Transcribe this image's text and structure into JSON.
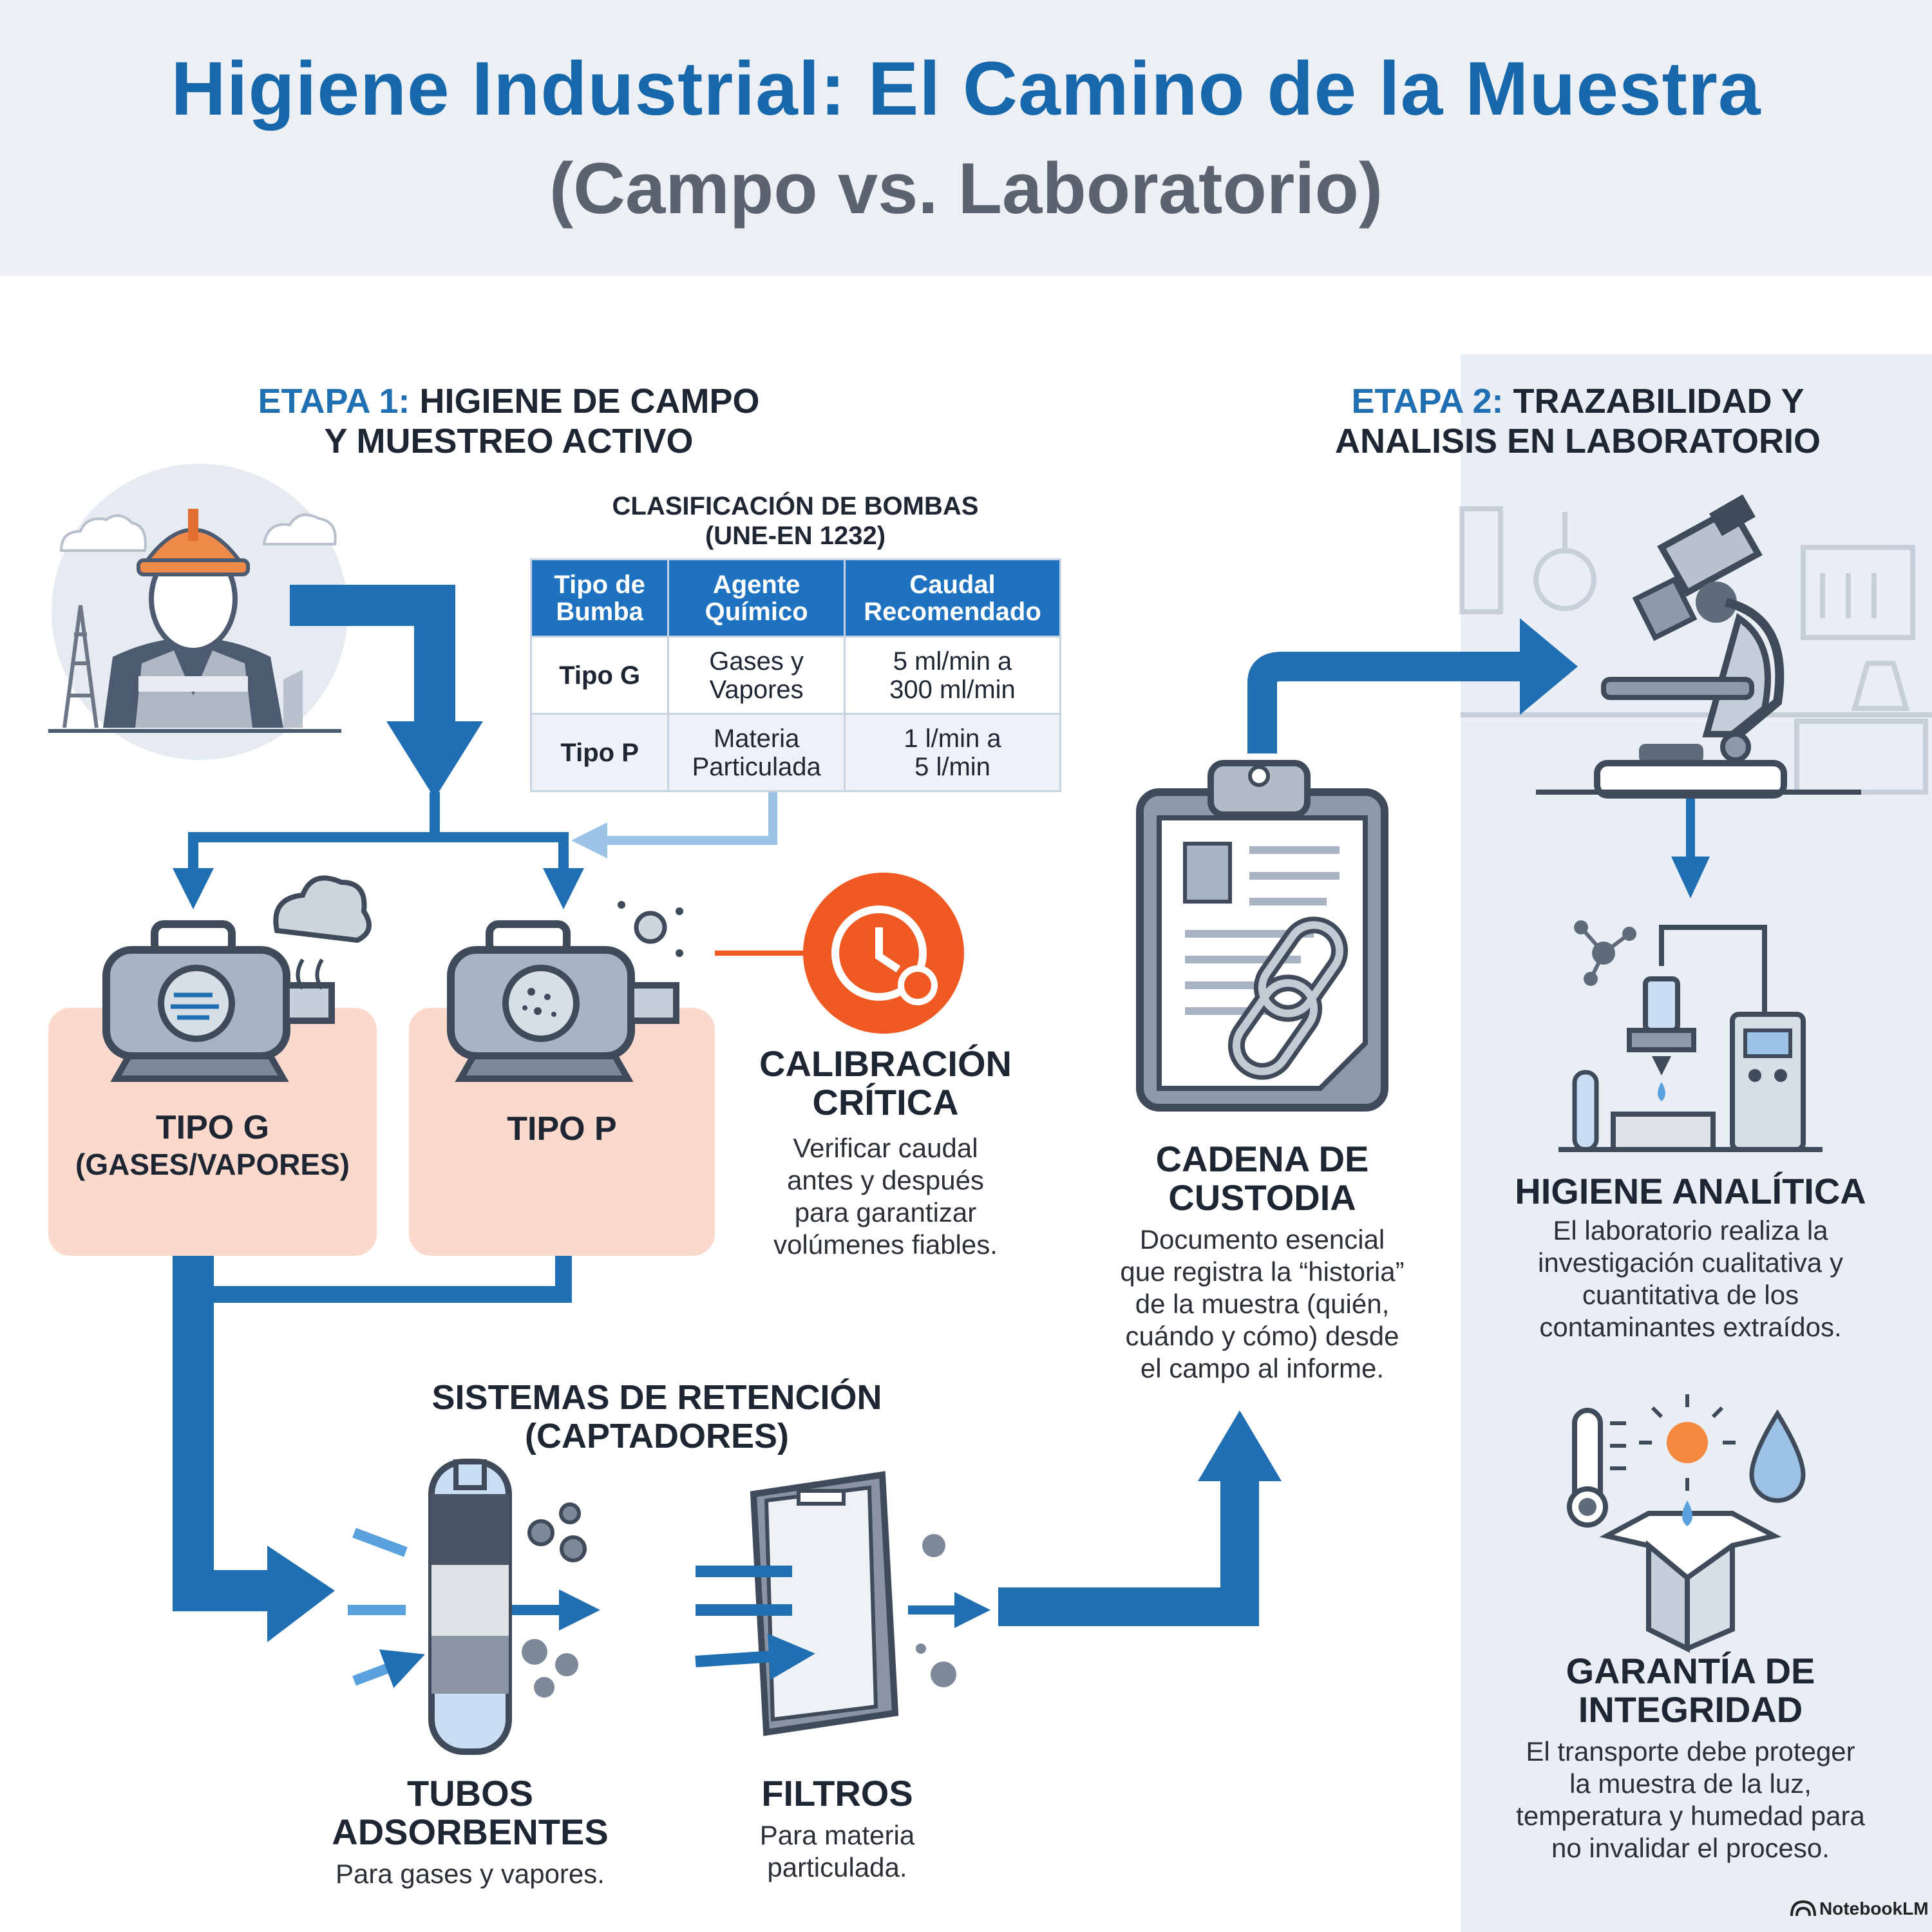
{
  "title": {
    "line1": "Higiene Industrial: El Camino de la Muestra",
    "line2": "(Campo vs. Laboratorio)"
  },
  "stage1": {
    "prefix": "ETAPA 1:",
    "line1": " HIGIENE DE CAMPO",
    "line2": "Y MUESTREO ACTIVO"
  },
  "stage2": {
    "prefix": "ETAPA 2:",
    "line1": " TRAZABILIDAD Y",
    "line2": "ANALISIS EN LABORATORIO"
  },
  "pump_table": {
    "title1": "CLASIFICACIÓN DE BOMBAS",
    "title2": "(UNE-EN 1232)",
    "headers": [
      [
        "Tipo de",
        "Bumba"
      ],
      [
        "Agente",
        "Químico"
      ],
      [
        "Caudal",
        "Recomendado"
      ]
    ],
    "rows": [
      [
        [
          "Tipo G"
        ],
        [
          "Gases y",
          "Vapores"
        ],
        [
          "5 ml/min a",
          "300 ml/min"
        ]
      ],
      [
        [
          "Tipo P"
        ],
        [
          "Materia",
          "Particulada"
        ],
        [
          "1 l/min a",
          "5 l/min"
        ]
      ]
    ]
  },
  "pump_g": {
    "label": "TIPO G",
    "sub": "(GASES/VAPORES)"
  },
  "pump_p": {
    "label": "TIPO P"
  },
  "calibration": {
    "title1": "CALIBRACIÓN",
    "title2": "CRÍTICA",
    "lines": [
      "Verificar caudal",
      "antes y después",
      "para garantizar",
      "volúmenes fiables."
    ]
  },
  "retention": {
    "title1": "SISTEMAS DE RETENCIÓN",
    "title2": "(CAPTADORES)"
  },
  "tubes": {
    "title1": "TUBOS",
    "title2": "ADSORBENTES",
    "desc": "Para gases y vapores."
  },
  "filters": {
    "title": "FILTROS",
    "lines": [
      "Para materia",
      "particulada."
    ]
  },
  "custody": {
    "title1": "CADENA DE",
    "title2": "CUSTODIA",
    "lines": [
      "Documento esencial",
      "que registra la “historia”",
      "de la muestra (quién,",
      "cuándo y cómo) desde",
      "el campo al informe."
    ]
  },
  "analytic": {
    "title": "HIGIENE ANALÍTICA",
    "lines": [
      "El laboratorio realiza la",
      "investigación cualitativa y",
      "cuantitativa de los",
      "contaminantes extraídos."
    ]
  },
  "integrity": {
    "title1": "GARANTÍA DE",
    "title2": "INTEGRIDAD",
    "lines": [
      "El transporte debe proteger",
      "la muestra de la luz,",
      "temperatura y humedad para",
      "no invalidar el proceso."
    ]
  },
  "footer": {
    "logo": "NotebookLM"
  },
  "colors": {
    "primary_blue": "#1f6fb2",
    "light_blue": "#9cc3e6",
    "orange": "#f05a22",
    "peach": "#fbd9cc",
    "gray_icon": "#5f6b7a"
  }
}
